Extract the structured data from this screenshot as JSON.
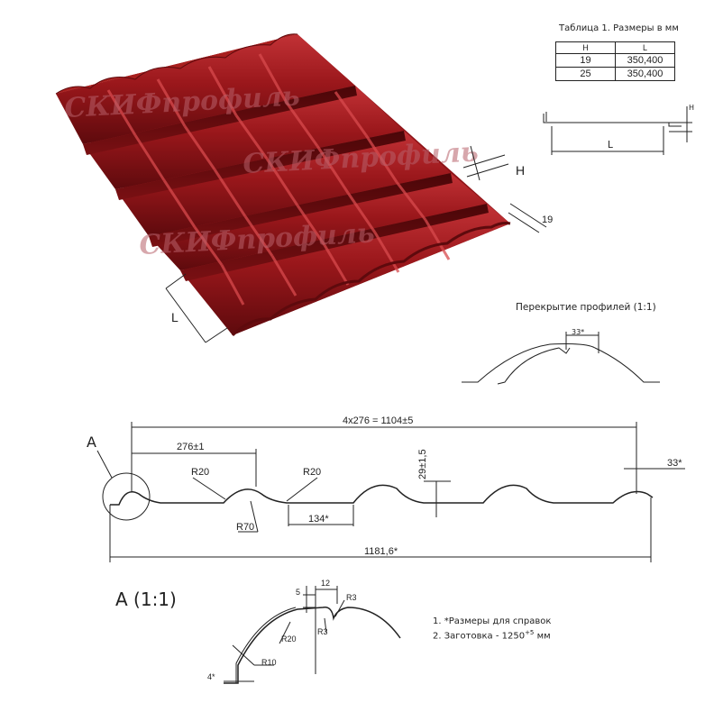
{
  "table": {
    "caption": "Таблица 1. Размеры в мм",
    "headers": [
      "H",
      "L"
    ],
    "rows": [
      [
        "19",
        "350,400"
      ],
      [
        "25",
        "350,400"
      ]
    ]
  },
  "watermark": "СКИФпрофиль",
  "sheet": {
    "label_h": "H",
    "label_l": "L",
    "label_19": "19"
  },
  "small_profile": {
    "label_h": "H",
    "label_l": "L"
  },
  "overlap": {
    "title": "Перекрытие профилей (1:1)",
    "dim": "33*"
  },
  "main_profile": {
    "label_a": "A",
    "total": "4х276 = 1104±5",
    "step": "276±1",
    "r20_left": "R20",
    "r20_right": "R20",
    "r70": "R70",
    "height": "29±1,5",
    "flat": "134*",
    "overall": "1181,6*",
    "end": "33*"
  },
  "detail": {
    "title": "А (1:1)",
    "d5": "5",
    "d12": "12",
    "r3a": "R3",
    "r3b": "R3",
    "r20": "R20",
    "r10": "R10",
    "d4": "4*"
  },
  "notes": [
    "1. *Размеры для справок",
    "2. Заготовка - 1250"
  ],
  "notes_sup": "+5",
  "notes_unit": " мм",
  "colors": {
    "roof": "#8e1418",
    "roof_light": "#b82a2e",
    "roof_dark": "#5e0a0d",
    "line": "#222222"
  }
}
